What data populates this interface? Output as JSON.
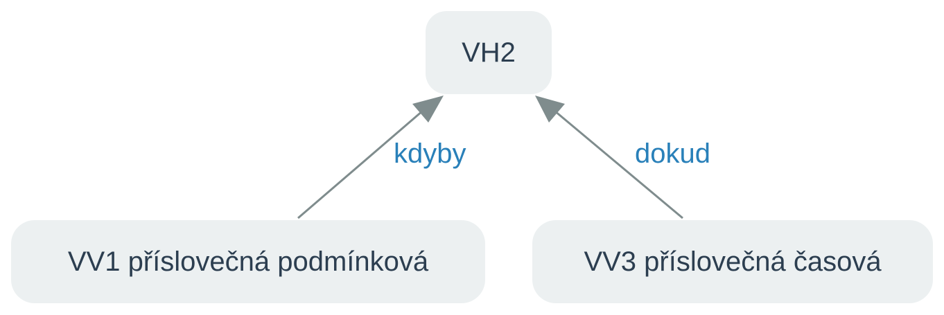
{
  "nodes": {
    "top": {
      "label": "VH2"
    },
    "left": {
      "label": "VV1 příslovečná podmínková"
    },
    "right": {
      "label": "VV3 příslovečná časová"
    }
  },
  "edges": [
    {
      "from": "left",
      "to": "top",
      "label": "kdyby"
    },
    {
      "from": "right",
      "to": "top",
      "label": "dokud"
    }
  ],
  "colors": {
    "node_fill": "#ecf0f1",
    "node_text": "#2c3e50",
    "edge_stroke": "#7f8c8d",
    "edge_label": "#2980b9"
  }
}
